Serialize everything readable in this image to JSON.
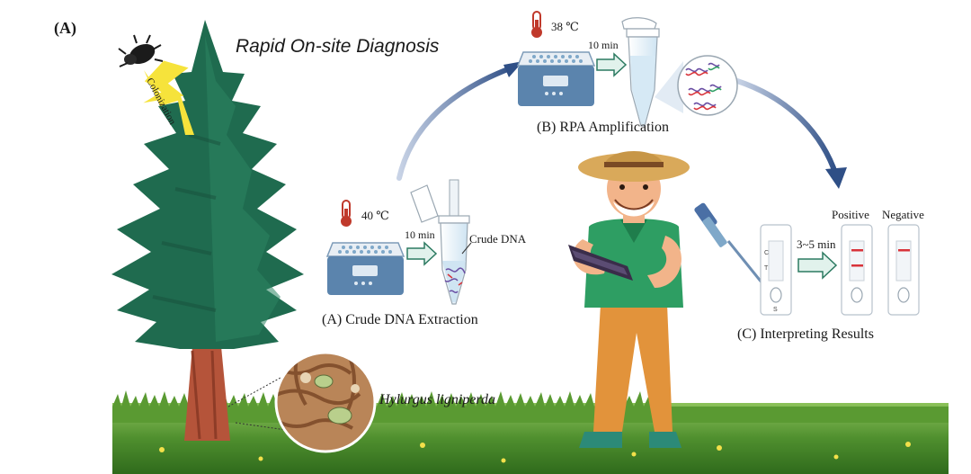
{
  "panel_label": "(A)",
  "headline": "Rapid On-site Diagnosis",
  "colonization_label": "Colonization",
  "species_label": "Hylurgus ligniperda",
  "step_a": {
    "temperature": "40 ℃",
    "duration": "10 min",
    "tube_label": "Crude DNA",
    "caption": "(A) Crude DNA Extraction"
  },
  "step_b": {
    "temperature": "38 ℃",
    "duration": "10 min",
    "caption": "(B) RPA Amplification"
  },
  "step_c": {
    "duration": "3~5 min",
    "positive_label": "Positive",
    "negative_label": "Negative",
    "strip_c": "C",
    "strip_t": "T",
    "strip_s": "S",
    "caption": "(C) Interpreting Results"
  },
  "colors": {
    "tree_green": "#1f6b4f",
    "trunk": "#b5543a",
    "machine_blue": "#5b84ad",
    "arrow_navy": "#2f4f86",
    "grass": "#4f8f2e",
    "shirt": "#2e9e63",
    "pants": "#e2933b",
    "hat": "#d9a95a",
    "lightning": "#f6e33b",
    "band_red": "#d8333a"
  }
}
